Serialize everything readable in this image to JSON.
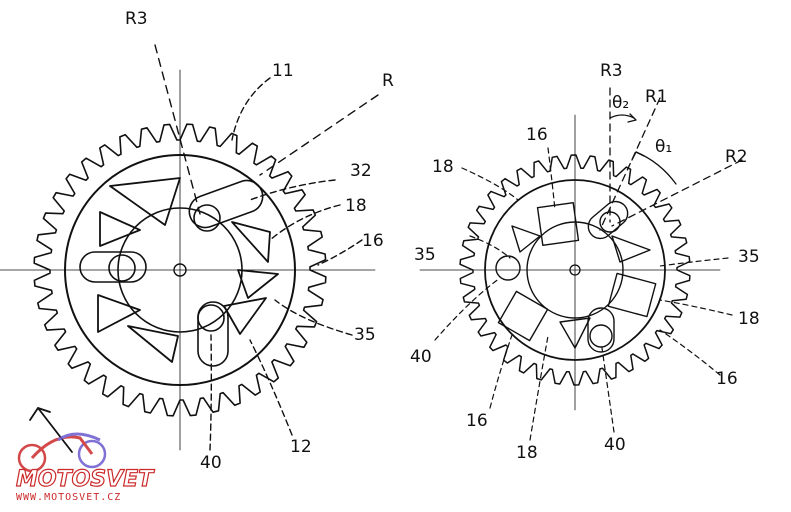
{
  "left_figure": {
    "labels": {
      "r3": "R3",
      "r_cut": "R",
      "n11": "11",
      "n32": "32",
      "n18": "18",
      "n16": "16",
      "n35": "35",
      "n40": "40",
      "n12": "12"
    }
  },
  "right_figure": {
    "labels": {
      "r3": "R3",
      "r1": "R1",
      "theta2": "θ₂",
      "theta1": "θ₁",
      "r2": "R2",
      "n16_top": "16",
      "n18_top": "18",
      "n35_left": "35",
      "n35_right": "35",
      "n18_right": "18",
      "n40_left": "40",
      "n16_right": "16",
      "n16_bottom": "16",
      "n18_bottom": "18",
      "n40_bottom": "40"
    }
  },
  "watermark": {
    "brand": "MOTOSVET",
    "url": "WWW.MOTOSVET.CZ"
  },
  "colors": {
    "ink": "#111111",
    "hatch": "#555555",
    "ball_fill": "#666666",
    "watermark_red": "#cc2a2a",
    "watermark_blue": "#6a5acd"
  }
}
